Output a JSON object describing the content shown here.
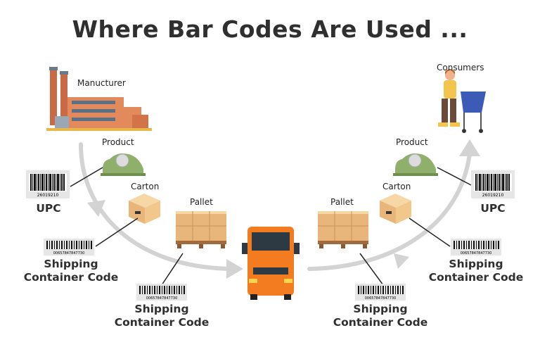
{
  "title": "Where Bar Codes Are Used ...",
  "nodes": {
    "manufacturer": "Manucturer",
    "consumers": "Consumers",
    "product_left": "Product",
    "product_right": "Product",
    "carton_left": "Carton",
    "carton_right": "Carton",
    "pallet_left": "Pallet",
    "pallet_right": "Pallet"
  },
  "codes": {
    "upc_left": "UPC",
    "upc_right": "UPC",
    "upc_number": "26019210",
    "scc_number": "00657847847730",
    "shipping_line1": "Shipping",
    "shipping_line2": "Container Code"
  },
  "colors": {
    "arrow": "#d3d3d3",
    "truck": "#f47c20",
    "factory": "#e38a5c",
    "box": "#f2c78c",
    "tape": "#8fb06a"
  }
}
